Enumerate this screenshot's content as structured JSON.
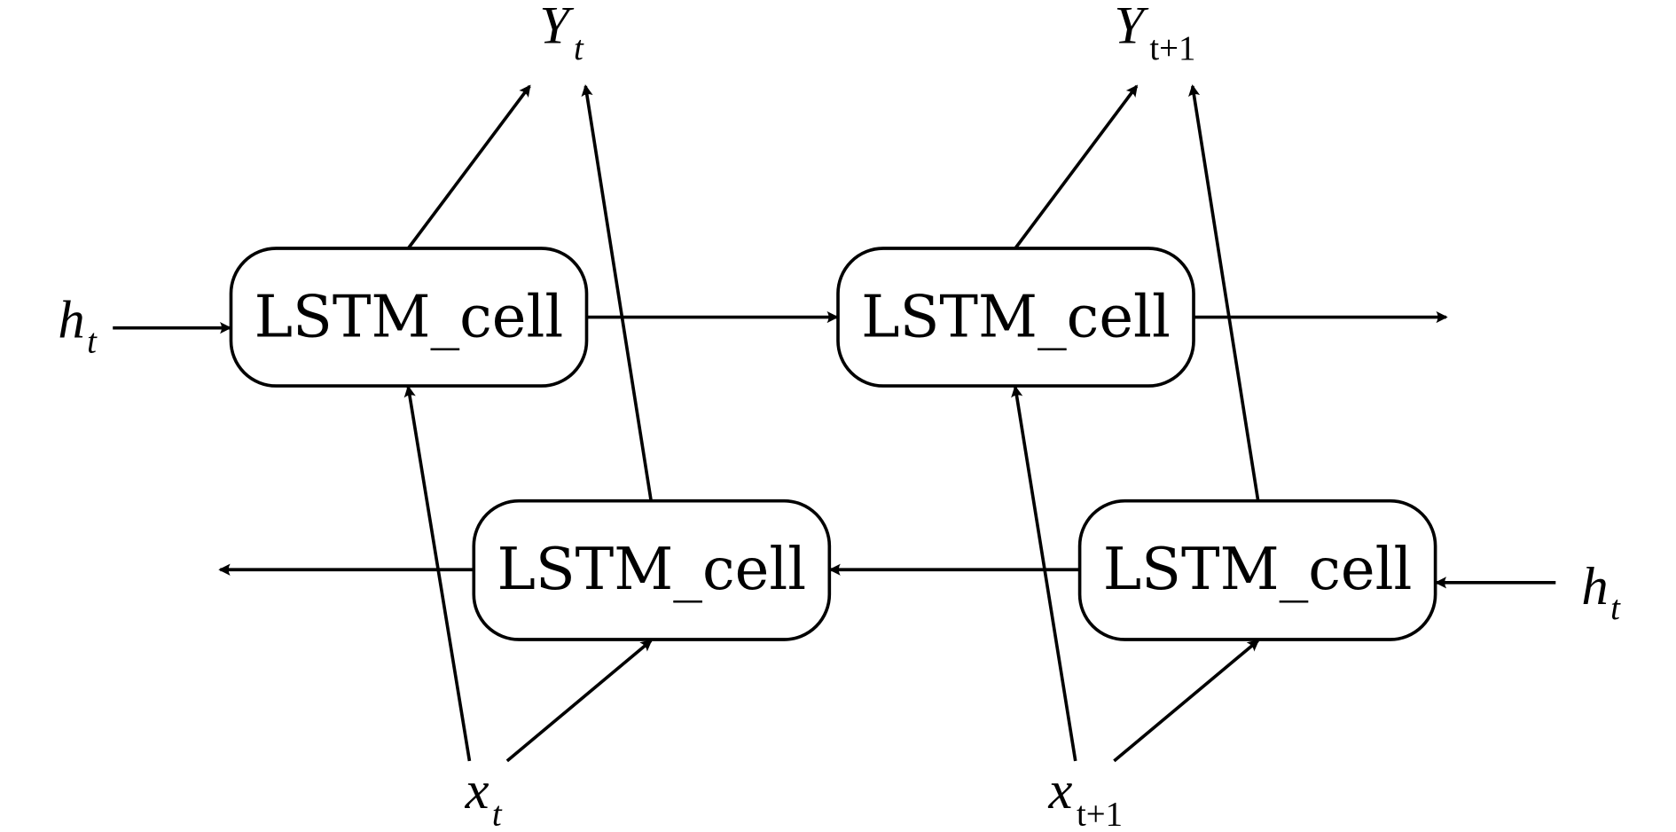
{
  "diagram": {
    "title": "Bidirectional LSTM unrolled over two time steps",
    "nodes": [
      {
        "id": "fwd_t",
        "label": "LSTM_cell",
        "layer": "forward",
        "step": "t"
      },
      {
        "id": "fwd_t1",
        "label": "LSTM_cell",
        "layer": "forward",
        "step": "t+1"
      },
      {
        "id": "bwd_t",
        "label": "LSTM_cell",
        "layer": "backward",
        "step": "t"
      },
      {
        "id": "bwd_t1",
        "label": "LSTM_cell",
        "layer": "backward",
        "step": "t+1"
      }
    ],
    "labels": {
      "h_left": {
        "base": "h",
        "sub": "t"
      },
      "h_right": {
        "base": "h",
        "sub": "t"
      },
      "y_t": {
        "base": "Y",
        "sub": "t"
      },
      "y_t1": {
        "base": "Y",
        "sub": "t+1"
      },
      "x_t": {
        "base": "x",
        "sub": "t"
      },
      "x_t1": {
        "base": "x",
        "sub": "t+1"
      }
    },
    "edges": [
      {
        "from": "h_left",
        "to": "fwd_t"
      },
      {
        "from": "fwd_t",
        "to": "fwd_t1"
      },
      {
        "from": "fwd_t1",
        "to": "out_right"
      },
      {
        "from": "h_right",
        "to": "bwd_t1"
      },
      {
        "from": "bwd_t1",
        "to": "bwd_t"
      },
      {
        "from": "bwd_t",
        "to": "out_left"
      },
      {
        "from": "fwd_t",
        "to": "y_t"
      },
      {
        "from": "bwd_t",
        "to": "y_t"
      },
      {
        "from": "fwd_t1",
        "to": "y_t1"
      },
      {
        "from": "bwd_t1",
        "to": "y_t1"
      },
      {
        "from": "x_t",
        "to": "fwd_t"
      },
      {
        "from": "x_t",
        "to": "bwd_t"
      },
      {
        "from": "x_t1",
        "to": "fwd_t1"
      },
      {
        "from": "x_t1",
        "to": "bwd_t1"
      }
    ]
  }
}
